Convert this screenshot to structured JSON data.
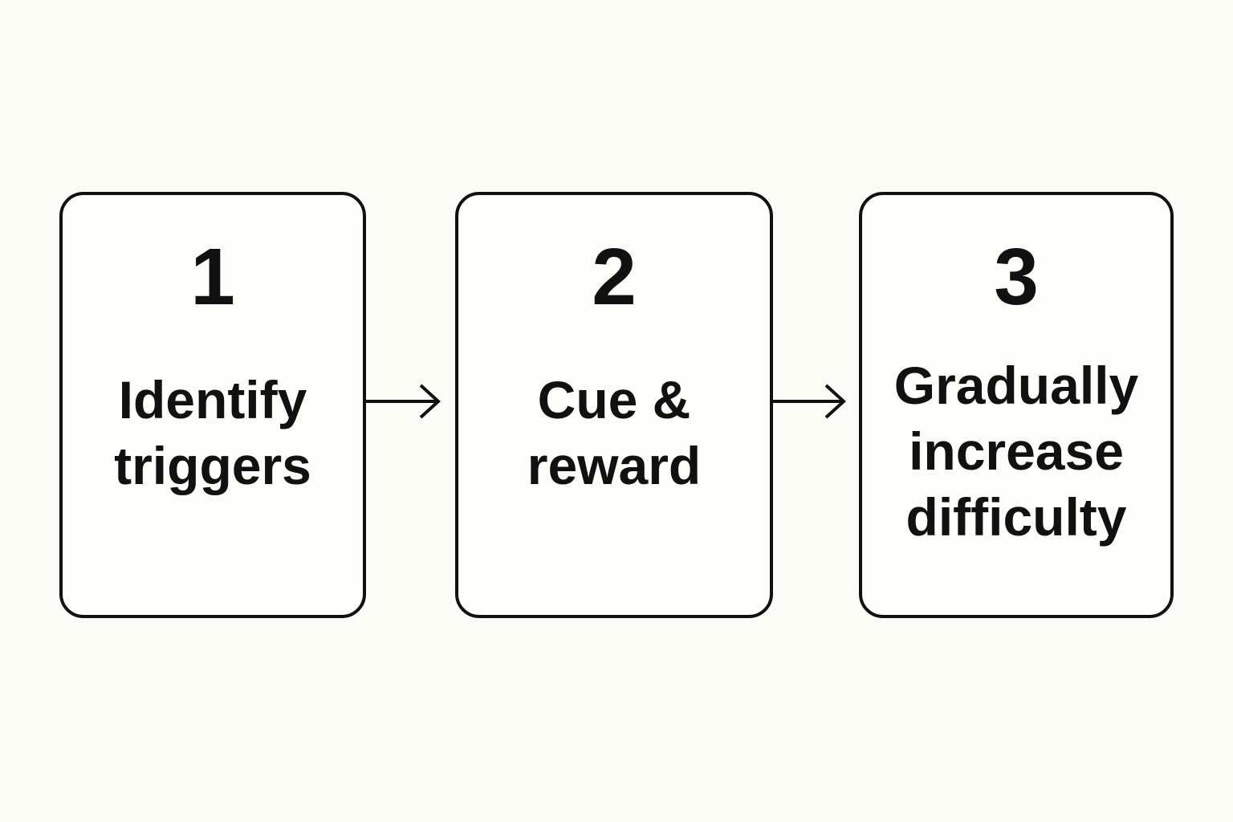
{
  "steps": [
    {
      "number": "1",
      "label_lines": [
        "Identify",
        "triggers"
      ]
    },
    {
      "number": "2",
      "label_lines": [
        "Cue &",
        "reward"
      ]
    },
    {
      "number": "3",
      "label_lines": [
        "Gradually",
        "increase",
        "difficulty"
      ]
    }
  ],
  "colors": {
    "background": "#fcfcf7",
    "stroke": "#111111",
    "text": "#111111"
  },
  "icons": {
    "connector": "arrow-right-icon"
  }
}
